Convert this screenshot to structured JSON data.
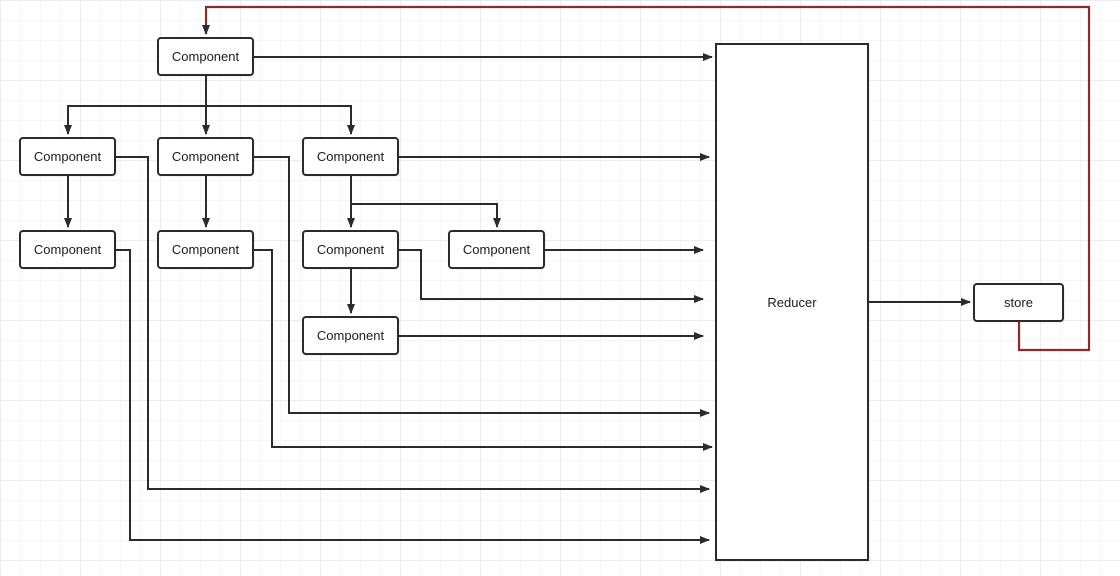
{
  "diagram": {
    "title": "",
    "nodes": [
      {
        "id": "c_top",
        "label": "Component"
      },
      {
        "id": "c_l1",
        "label": "Component"
      },
      {
        "id": "c_m1",
        "label": "Component"
      },
      {
        "id": "c_r1",
        "label": "Component"
      },
      {
        "id": "c_l2",
        "label": "Component"
      },
      {
        "id": "c_m2",
        "label": "Component"
      },
      {
        "id": "c_r2",
        "label": "Component"
      },
      {
        "id": "c_rr2",
        "label": "Component"
      },
      {
        "id": "c_r3",
        "label": "Component"
      },
      {
        "id": "reducer",
        "label": "Reducer"
      },
      {
        "id": "store",
        "label": "store"
      }
    ],
    "edges": [
      {
        "from": "c_top",
        "to": "c_l1"
      },
      {
        "from": "c_top",
        "to": "c_m1"
      },
      {
        "from": "c_top",
        "to": "c_r1"
      },
      {
        "from": "c_l1",
        "to": "c_l2"
      },
      {
        "from": "c_m1",
        "to": "c_m2"
      },
      {
        "from": "c_r1",
        "to": "c_r2"
      },
      {
        "from": "c_r1",
        "to": "c_rr2"
      },
      {
        "from": "c_r2",
        "to": "c_r3"
      },
      {
        "from": "c_top",
        "to": "reducer"
      },
      {
        "from": "c_r1",
        "to": "reducer"
      },
      {
        "from": "c_rr2",
        "to": "reducer"
      },
      {
        "from": "c_r2",
        "to": "reducer"
      },
      {
        "from": "c_r3",
        "to": "reducer"
      },
      {
        "from": "c_m1",
        "to": "reducer"
      },
      {
        "from": "c_m2",
        "to": "reducer"
      },
      {
        "from": "c_l1",
        "to": "reducer"
      },
      {
        "from": "c_l2",
        "to": "reducer"
      },
      {
        "from": "reducer",
        "to": "store"
      },
      {
        "from": "store",
        "to": "c_top"
      }
    ],
    "colors": {
      "stroke": "#2b2b2b",
      "feedback": "#8b2c2c"
    }
  }
}
